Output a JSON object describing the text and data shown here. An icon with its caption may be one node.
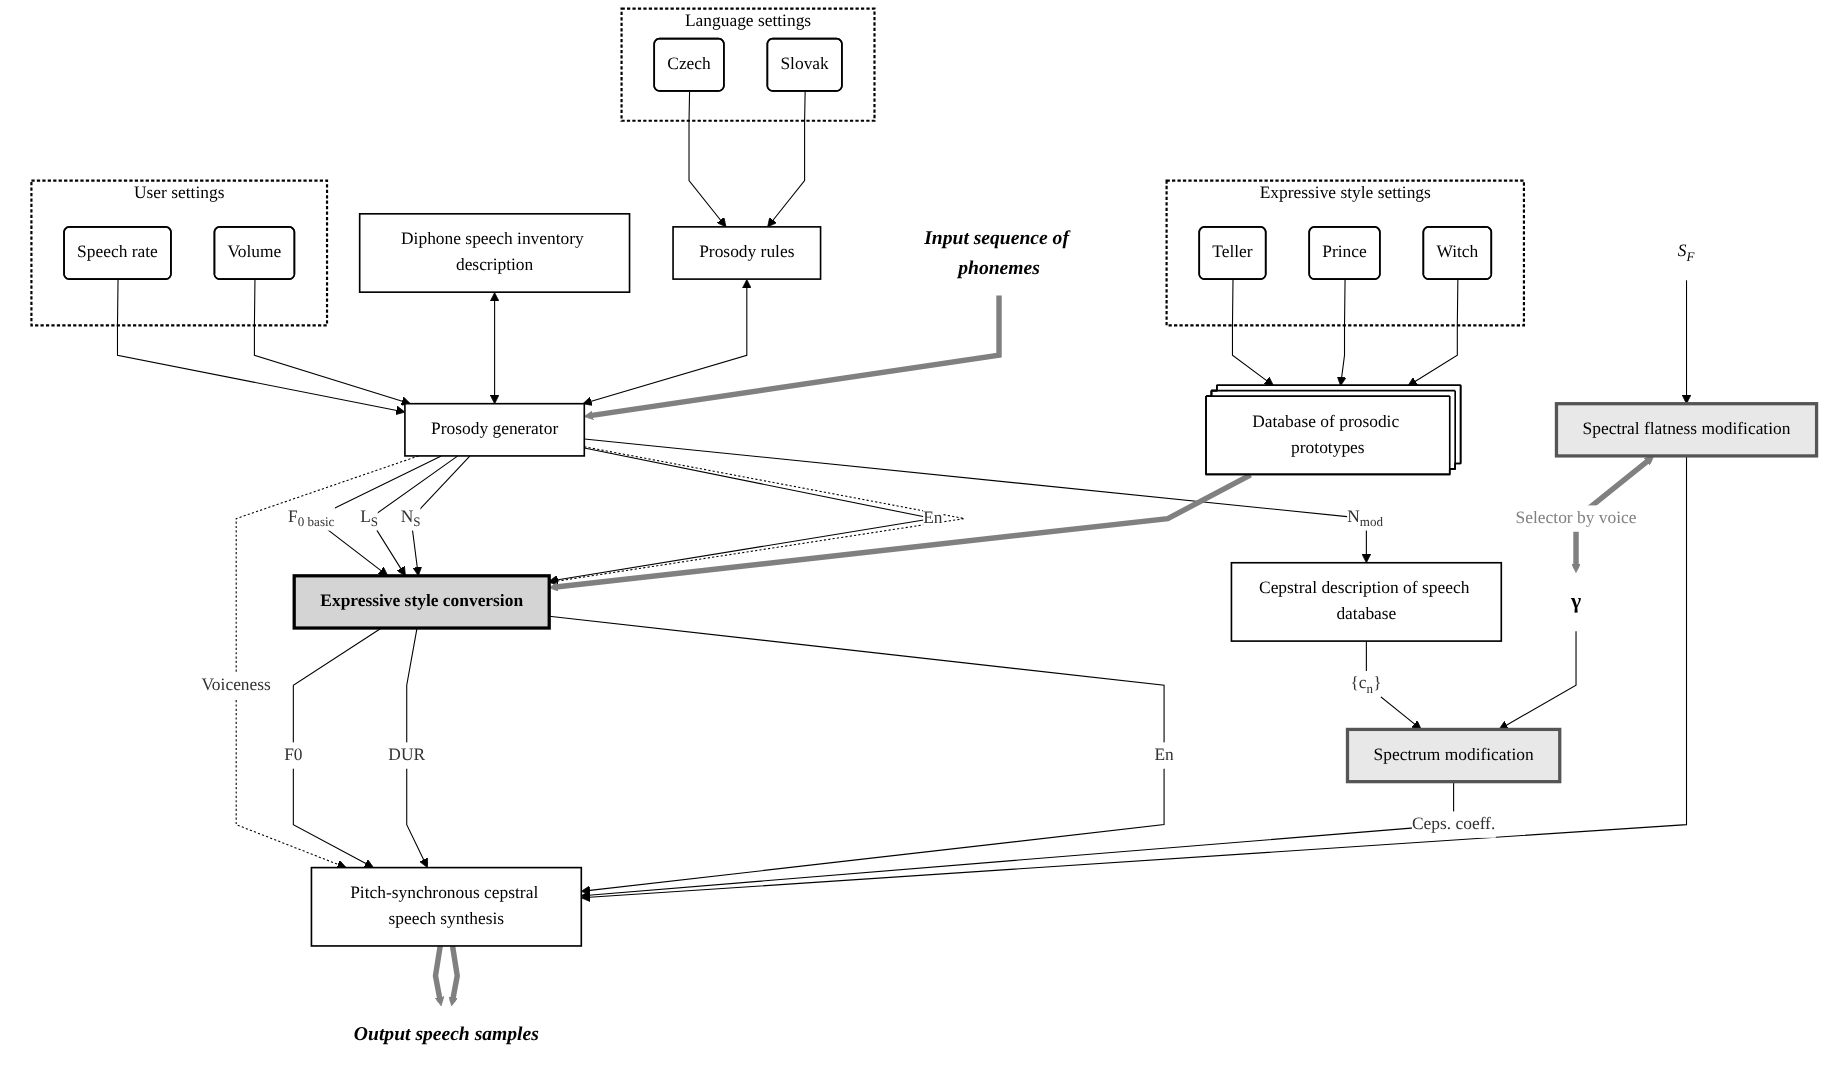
{
  "diagram": {
    "nodes": [
      {
        "text": [
          "User settings"
        ]
      },
      {
        "text": [
          "Speech rate"
        ],
        "in": 0
      },
      {
        "text": [
          "Volume"
        ],
        "in": 0
      },
      {
        "text": [
          "Diphone speech inventory description"
        ]
      },
      {
        "text": [
          "Prosody rules"
        ]
      },
      {
        "text": [
          "Language settings"
        ]
      },
      {
        "text": [
          "Czech"
        ],
        "in": 5
      },
      {
        "text": [
          "Slovak"
        ],
        "in": 5
      },
      {
        "text": [
          "Input sequence of phonemes"
        ]
      },
      {
        "text": [
          "Prosody generator"
        ]
      },
      {
        "text": [
          "Cepstral description of speech database"
        ]
      },
      {
        "text": [
          "Expressive style settings"
        ]
      },
      {
        "text": [
          "Teller"
        ],
        "in": 11
      },
      {
        "text": [
          "Prince"
        ],
        "in": 11
      },
      {
        "text": [
          "Witch"
        ],
        "in": 11
      },
      {
        "text": [
          "Database of prosodic prototypes"
        ]
      },
      {
        "text": [
          "Expressive style conversion"
        ]
      },
      {
        "text": [
          "Spectrum modification"
        ]
      },
      {
        "text": [
          "Pitch-synchronous cepstral speech synthesis"
        ]
      },
      {
        "text": [
          "Spectral flatness modification"
        ]
      },
      {
        "text": [
          "Output speech samples"
        ]
      },
      {
        "text": [
          "S$_{F}$"
        ]
      },
      {
        "text": [
          "γ"
        ]
      }
    ],
    "edges": [
      {
        "from": 1,
        "to": 9,
        "arrow": "to"
      },
      {
        "from": 2,
        "to": 9,
        "arrow": "to"
      },
      {
        "from": 3,
        "to": 9,
        "arrow": "both"
      },
      {
        "from": 4,
        "to": 9,
        "arrow": "both"
      },
      {
        "from": 6,
        "to": 4,
        "arrow": "to"
      },
      {
        "from": 7,
        "to": 4,
        "arrow": "to"
      },
      {
        "from": 8,
        "to": 9,
        "arrow": "to",
        "style": "thick",
        "color": "#808080"
      },
      {
        "from": 9,
        "to": 10,
        "arrow": "to",
        "label": "N$_{mod}$"
      },
      {
        "from": 9,
        "to": 16,
        "arrow": "to",
        "label": "F$_{0 basic}$"
      },
      {
        "from": 9,
        "to": 16,
        "arrow": "to",
        "label": "L$_{S}$"
      },
      {
        "from": 9,
        "to": 16,
        "arrow": "to",
        "label": "N$_{S}$"
      },
      {
        "from": 9,
        "to": 16,
        "arrow": "to",
        "label": "En"
      },
      {
        "from": 9,
        "to": 18,
        "arrow": "to",
        "label": "Voiceness",
        "style": "dashed"
      },
      {
        "from": 9,
        "to": 16,
        "arrow": "to",
        "style": "dashed"
      },
      {
        "from": 10,
        "to": 17,
        "arrow": "to",
        "label": "{c$_{n}$}"
      },
      {
        "from": 12,
        "to": 15,
        "arrow": "to"
      },
      {
        "from": 13,
        "to": 15,
        "arrow": "to"
      },
      {
        "from": 14,
        "to": 15,
        "arrow": "to"
      },
      {
        "from": 15,
        "to": 16,
        "arrow": "to",
        "style": "thick",
        "color": "#808080"
      },
      {
        "from": 16,
        "to": 18,
        "arrow": "to",
        "label": "F0"
      },
      {
        "from": 16,
        "to": 18,
        "arrow": "to",
        "label": "DUR"
      },
      {
        "from": 16,
        "to": 18,
        "arrow": "to",
        "label": "En"
      },
      {
        "from": 17,
        "to": 18,
        "arrow": "to",
        "label": "Ceps. coeff."
      },
      {
        "from": 19,
        "to": 18,
        "arrow": "to"
      },
      {
        "from": 21,
        "to": 19,
        "arrow": "to"
      },
      {
        "from": 22,
        "to": 17,
        "arrow": "to"
      },
      {
        "from": 19,
        "to": 22,
        "arrow": "both",
        "label": "Selector by voice",
        "style": "thick",
        "color": "#808080"
      },
      {
        "from": 18,
        "to": 20,
        "arrow": "to",
        "style": "thick",
        "color": "#808080"
      },
      {
        "from": 18,
        "to": 20,
        "arrow": "to",
        "style": "thick",
        "color": "#808080"
      }
    ]
  }
}
